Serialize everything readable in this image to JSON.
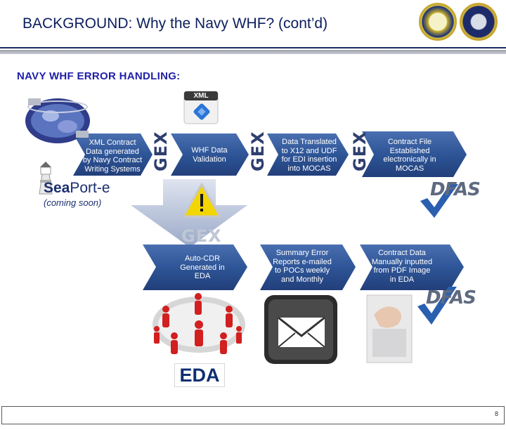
{
  "slide": {
    "title": "BACKGROUND: Why the Navy WHF? (cont’d)",
    "section_heading": "NAVY WHF ERROR HANDLING:",
    "page_number": "8"
  },
  "badges": {
    "xml_icon_label": "XML",
    "gex": "GEX"
  },
  "top_flow": [
    {
      "lines": [
        "XML Contract",
        "Data generated",
        "by Navy Contract",
        "Writing Systems"
      ]
    },
    {
      "lines": [
        "WHF Data",
        "Validation"
      ]
    },
    {
      "lines": [
        "Data Translated",
        "to X12 and UDF",
        "for EDI insertion",
        "into MOCAS"
      ]
    },
    {
      "lines": [
        "Contract File",
        "Established",
        "electronically in",
        "MOCAS"
      ]
    }
  ],
  "bottom_flow": [
    {
      "lines": [
        "Auto-CDR",
        "Generated in",
        "EDA"
      ]
    },
    {
      "lines": [
        "Summary Error",
        "Reports e-mailed",
        "to POCs weekly",
        "and Monthly"
      ]
    },
    {
      "lines": [
        "Contract Data",
        "Manually inputted",
        "from PDF Image",
        "in EDA"
      ]
    }
  ],
  "logos": {
    "seaport_bold": "Sea",
    "seaport_rest": "Port-e",
    "seaport_note": "(coming soon)",
    "dfas": "DFAS",
    "eda": "EDA"
  },
  "colors": {
    "title": "#0b1e5e",
    "heading": "#1f1fa8",
    "chevron_blue": "#2a4f93",
    "down_arrow": "#a9b6d2"
  }
}
